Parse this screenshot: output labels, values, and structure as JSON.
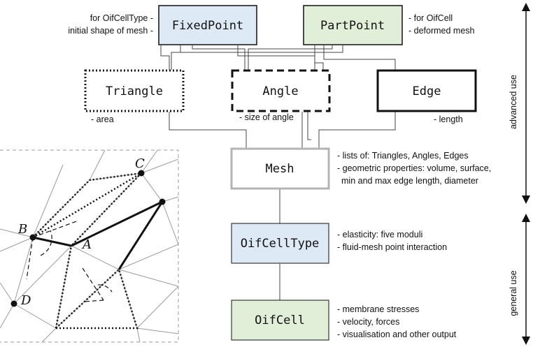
{
  "boxes": {
    "fixedpoint": "FixedPoint",
    "partpoint": "PartPoint",
    "triangle": "Triangle",
    "angle": "Angle",
    "edge": "Edge",
    "mesh": "Mesh",
    "oifcelltype": "OifCellType",
    "oifcell": "OifCell"
  },
  "notes": {
    "fixedpoint": [
      "for OifCellType -",
      "initial shape of mesh -"
    ],
    "partpoint": [
      "- for OifCell",
      "- deformed mesh"
    ],
    "triangle": "- area",
    "angle": "- size of angle",
    "edge": "- length",
    "mesh": [
      "- lists of: Triangles, Angles, Edges",
      "- geometric properties: volume, surface,",
      "min and max edge length, diameter"
    ],
    "oifcelltype": [
      "- elasticity: five moduli",
      "- fluid-mesh point interaction"
    ],
    "oifcell": [
      "- membrane stresses",
      "- velocity, forces",
      "- visualisation and other output"
    ]
  },
  "side_labels": {
    "advanced": "advanced use",
    "general": "general use"
  },
  "mesh_points": {
    "a": "A",
    "b": "B",
    "c": "C",
    "d": "D"
  },
  "colors": {
    "blue_box": "#dde9f5",
    "green_box": "#e1efd8",
    "mesh_border": "#b3b3b3",
    "line": "#222222"
  }
}
